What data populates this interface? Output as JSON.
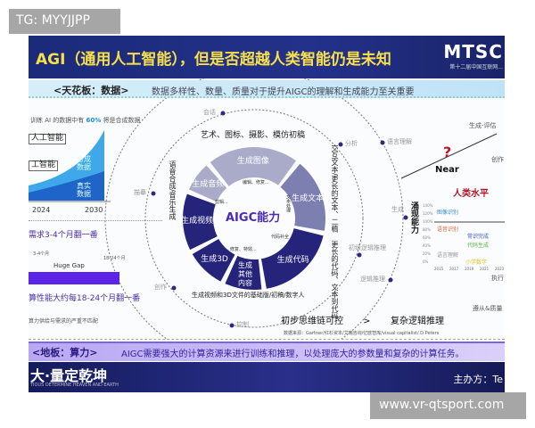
{
  "watermarks": {
    "top_left": "TG: MYYJJPP",
    "bottom_right": "www.vr-qtsport.com"
  },
  "header": {
    "title": "AGI（通用人工智能），但是否超越人类智能仍是未知",
    "logo": "MTSC",
    "logo_sub": "第十二届中国互联网..."
  },
  "subheader": {
    "key": "<天花板：数据>",
    "text": "数据多样性、数量、质量对于提升AIGC的理解和生成能力至关重要"
  },
  "left_panel": {
    "caption_prefix": "训练 AI 的数据中有",
    "caption_pct": "60%",
    "caption_suffix": "将是合成数据",
    "box1": "人工智能",
    "box2": "工智能",
    "area_synthetic": "合成数据",
    "area_real": "真实数据",
    "years": [
      "2024",
      "2030"
    ],
    "demand": "需求3-4个月翻一番",
    "tick1": "3-4个月",
    "tick2": "18-24个月",
    "gap": "Huge Gap",
    "compute": "算性能大约每18-24个月翻一番",
    "mismatch": "算力供给与需求的严重不匹配"
  },
  "ring": {
    "center": "AIGC能力",
    "segments": [
      "生成图像",
      "生成文本",
      "生成代码",
      "生成其他内容",
      "生成3D",
      "生成视频",
      "生成音频"
    ],
    "inner_labels": [
      "编辑、修复...",
      "文本处理",
      "代码补全",
      "修复、特效...",
      "剪辑..."
    ],
    "outer_labels": [
      "艺术、图标、摄影、模仿初稿",
      "交互文本/更长的文本、二稿",
      "更长的代码、文本到代码",
      "生成视频和3D文件的基础版/初稿/数字人",
      "语音合成/音乐生成"
    ],
    "colors": {
      "light": "#a9abc9",
      "mid": "#7c7fb0",
      "dark": "#25237a"
    }
  },
  "orbit_nodes": [
    "会话",
    "分析",
    "语言理解",
    "描摹",
    "生成",
    "初级逻辑推理",
    "逻辑推理",
    "创作",
    "控制"
  ],
  "right_panel": {
    "question": "?",
    "near": "Near",
    "target": "生成-评估",
    "create": "创作",
    "emerge": "涌现能力",
    "human": "人类水平",
    "y_ticks": [
      "140%",
      "120%",
      "100%",
      "80%",
      "60%",
      "40%",
      "20%",
      "0%"
    ],
    "x_ticks": [
      "2015",
      "2017",
      "2019",
      "2021",
      "2023"
    ],
    "series": [
      "图像识别",
      "语音识别",
      "常识完成",
      "代码生成",
      "语言理解",
      "小学数学"
    ],
    "exec": "执行",
    "follow": "遵从&质量"
  },
  "bottom_chain": {
    "left": "初步思维链可控",
    "sep": ">",
    "right": "复杂逻辑推理",
    "source": "数据来源：Gartner/红杉资本/艾瑞咨询/亿欧智库/visual capitalist/ D.Peters"
  },
  "floor": {
    "key": "<地板：算力>",
    "text": "AIGC需要强大的计算资源来进行训练和推理，以处理庞大的参数量和复杂的计算任务。"
  },
  "footer": {
    "title": "大·量定乾坤",
    "sub": "TIOUS DETERMINE HEAVEN AND EARTH",
    "org": "主办方：Te"
  }
}
